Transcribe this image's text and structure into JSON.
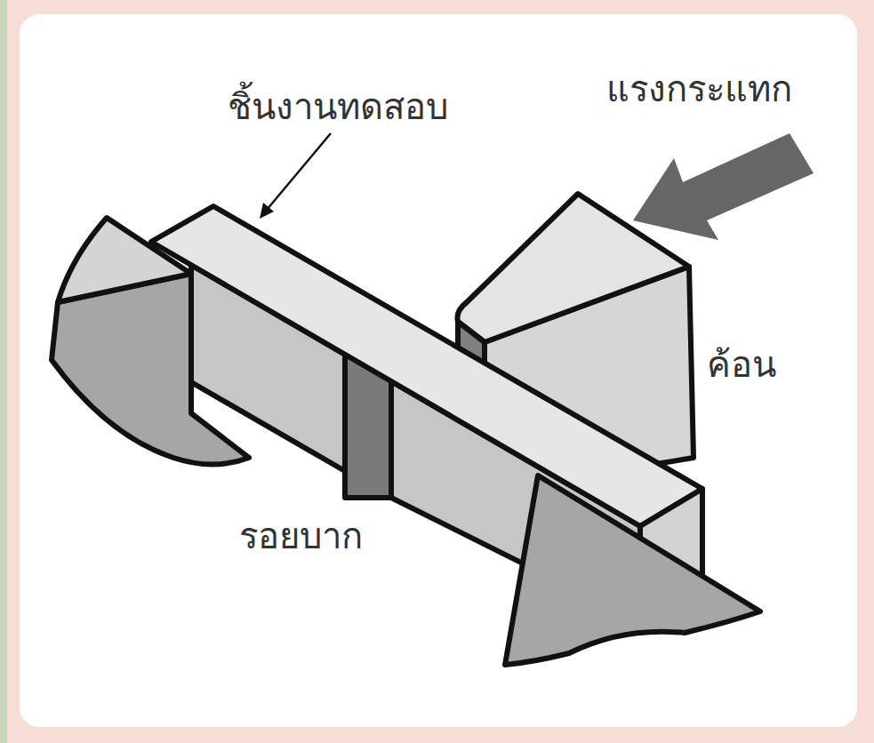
{
  "diagram": {
    "labels": [
      "ชิ้นงานทดสอบ",
      "แรงกระแทก",
      "ค้อน",
      "รอยบาก"
    ]
  }
}
